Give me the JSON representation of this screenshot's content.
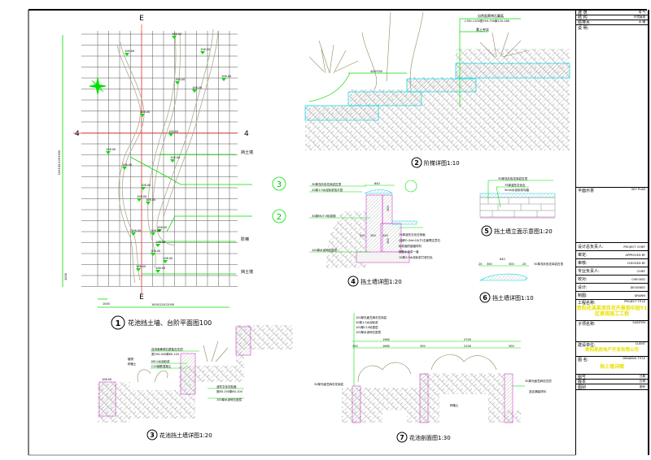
{
  "plan": {
    "axis_e": "E",
    "axis_4": "4",
    "elevations": [
      "106.00",
      "106.00",
      "106.50",
      "106.00",
      "106.00",
      "106.00",
      "106.00",
      "106.00",
      "106.00",
      "106.00",
      "106.00",
      "106.00",
      "106.00",
      "106.00",
      "106.00",
      "106.00",
      "106.00",
      "106.00",
      "106.00",
      "106.00",
      "106.00",
      "106.00"
    ],
    "callouts": {
      "retaining_wall_1": "挡土墙",
      "steps": "阶梯",
      "retaining_wall_2": "挡土墙",
      "ref3": "3",
      "ref2": "2"
    },
    "dim_vertical": "10X100/12X3000",
    "dim_bottom": "1000/12X12000",
    "dim_small": "1000",
    "dim_left_small": "1000",
    "title_num": "1",
    "title": "花池挡土墙、台阶平面图100"
  },
  "detail2": {
    "notes": [
      "自然面黄锈石蘑菇",
      "L700-1100宽350-750厚120-160",
      "素土夯实"
    ],
    "dim": "400*350",
    "title_num": "2",
    "title": "阶梯详图1:10"
  },
  "detail3": {
    "notes": [
      "自然面黄锈石蘑菇石压顶",
      "宽250-400厚80-120",
      "M5.0水泥砂浆",
      "C20钢筋混凝土",
      "植物",
      "种植土",
      "波形文化石贴面",
      "宽80-150厚60-100",
      "100厚水泥碎石垫层",
      "106.00"
    ],
    "title_num": "3",
    "title": "花池挡土墙详图1:20"
  },
  "detail4": {
    "notes": [
      "30厚浅灰色花岗岩压顶",
      "20厚1:3水泥砂浆找平层",
      "30厚MU7.5砂浆砌",
      "75厚波形文化石饰面",
      "(面积0.04m2大于)石面需注意石",
      "砂浆面的嵌缝材料",
      "钢筋水泥浆一道",
      "10厚1:3水泥砂浆打底扫毛",
      "100厚水泥碎石垫层"
    ],
    "dims": [
      "640",
      "200",
      "300",
      "200",
      "300",
      "300"
    ],
    "title_num": "4",
    "title": "挡土墙详图1:20"
  },
  "detail5": {
    "notes": [
      "30厚浅灰色花岗岩压顶",
      "75厚波形文化石",
      "5mm水泥砂浆勾缝"
    ],
    "title_num": "5",
    "title": "挡土墙立面示意图1:20"
  },
  "detail6": {
    "dims": [
      "640",
      "20",
      "300",
      "300",
      "20"
    ],
    "note": "30厚浅灰色花岗岩压顶",
    "title_num": "6",
    "title": "挡土墙详图1:10"
  },
  "detail7": {
    "notes": [
      "100厚光面芝麻灰花岗岩",
      "30厚1:3水泥砂浆",
      "100厚C15砼垫层",
      "100厚水泥碎石垫层"
    ],
    "dims_top": [
      "1960",
      "2700"
    ],
    "dims_sub": [
      "300",
      "1660",
      "300",
      "2100",
      "300"
    ],
    "side_notes": [
      "30厚光面芝麻灰花岗岩",
      "30厚光面芝麻灰压顶",
      "选定铺装材料",
      "种植土"
    ],
    "title_num": "7",
    "title": "花池剖面图1:30"
  },
  "title_block": {
    "top_rows": [
      [
        "建 筑",
        "电 气"
      ],
      [
        "结 构",
        "环境景观"
      ],
      [
        "给排水",
        "水 暖"
      ]
    ],
    "notes_label": "说 明：",
    "key_plan": "平面示意",
    "key_plan_en": "KEY PLAN",
    "roles": [
      {
        "label": "设计总负责人:",
        "en": "PROJECT CHIEF"
      },
      {
        "label": "审定:",
        "en": "APPROVED BY"
      },
      {
        "label": "审核:",
        "en": "CHECKED BY"
      },
      {
        "label": "专业负责人:",
        "en": "CHIEF"
      },
      {
        "label": "校对:",
        "en": "CHECKED"
      },
      {
        "label": "设计:",
        "en": "DESIGNED"
      },
      {
        "label": "制图:",
        "en": "DRAWN"
      }
    ],
    "project_label": "工程名称:",
    "project_en": "PROJECT TITLE",
    "project_name": "贵阳花溪某项目花卉景观中园Y1区景观施工工程",
    "subitem_label": "子项名称:",
    "subitem_en": "SUBITEM",
    "client_label": "建设单位:",
    "client_en": "CLIENT",
    "client_name": "贵阳某房地产开发有限公司",
    "drawing_label": "图 名:",
    "drawing_en": "DRAWING TITLE",
    "drawing_name": "挡土墙详图",
    "bottom_rows": [
      [
        "图号",
        "日期"
      ],
      [
        "版本",
        "比例"
      ],
      [
        "图别",
        "图号"
      ]
    ]
  },
  "colors": {
    "green": "#00e000",
    "cyan": "#00d8e8",
    "red": "#ff3030",
    "magenta": "#d040d0",
    "yellow": "#e8e000",
    "plant": "#8a8a60"
  }
}
